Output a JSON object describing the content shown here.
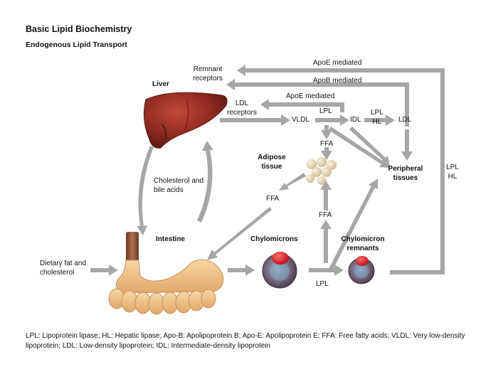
{
  "title": "Basic Lipid Biochemistry",
  "subtitle": "Endogenous Lipid Transport",
  "nodes": {
    "liver": "Liver",
    "remnant_receptors": [
      "Remnant",
      "receptors"
    ],
    "ldl_receptors": [
      "LDL",
      "receptors"
    ],
    "vldl": "VLDL",
    "idl": "IDL",
    "ldl": "LDL",
    "adipose_tissue": [
      "Adipose",
      "tissue"
    ],
    "peripheral_tissues": [
      "Peripheral",
      "tissues"
    ],
    "intestine": "Intestine",
    "chylomicrons": "Chylomicrons",
    "chylomicron_remnants": [
      "Chylomicron",
      "remnants"
    ],
    "dietary": [
      "Dietary fat and",
      "cholesterol"
    ],
    "cholesterol_bile": [
      "Cholesterol and",
      "bile acids"
    ]
  },
  "arrow_labels": {
    "apoe_top": "ApoE mediated",
    "apob": "ApoB mediated",
    "apoe_mid": "ApoE mediated",
    "lpl_vldl": "LPL",
    "lpl_hl_mid": [
      "LPL",
      "HL"
    ],
    "lpl_hl_right": [
      "LPL",
      "HL"
    ],
    "ffa_top": "FFA",
    "ffa_left": "FFA",
    "ffa_bottom": "FFA",
    "lpl_bottom": "LPL"
  },
  "footer": "LPL: Lipoprotein lipase; HL: Hepatic lipase; Apo-B: Apolipoprotein B; Apo-E: Apolipoprotein E; FFA: Free fatty acids; VLDL: Very low-density lipoprotein; LDL: Low-density lipoprotein; IDL: Intermediate-density lipoprotein",
  "colors": {
    "arrow": "#a6a6a6",
    "liver": "#8e2a20",
    "intestine": "#f0c48c",
    "particle_core": "#d8141a",
    "particle_shell": "#6b5a6e",
    "fat_cell": "#e4d6b0"
  }
}
